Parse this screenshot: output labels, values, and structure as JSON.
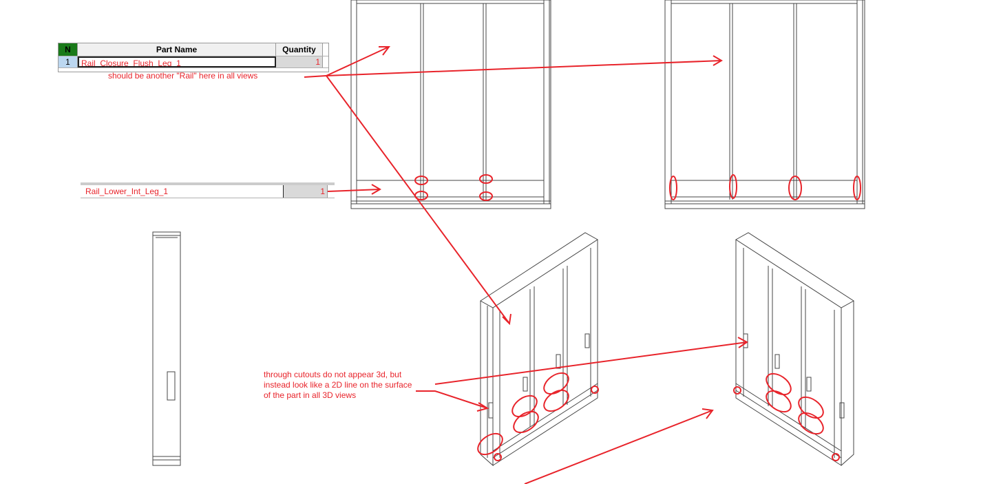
{
  "table1": {
    "headers": {
      "n": "N",
      "part_name": "Part Name",
      "quantity": "Quantity"
    },
    "rows": [
      {
        "n": "1",
        "part_name": "Rail_Closure_Flush_Leg_1",
        "quantity": "1"
      }
    ]
  },
  "table2": {
    "rows": [
      {
        "part_name": "Rail_Lower_Int_Leg_1",
        "quantity": "1"
      }
    ]
  },
  "annotations": {
    "missing_rail": "should be another \"Rail\" here in all views",
    "cutouts": "through cutouts do not appear 3d, but instead look like a 2D line on the surface of the part in all 3D views"
  },
  "colors": {
    "annotation": "#e8232a",
    "header_green": "#1a7a1a",
    "row_selected": "#bcd7f0"
  }
}
